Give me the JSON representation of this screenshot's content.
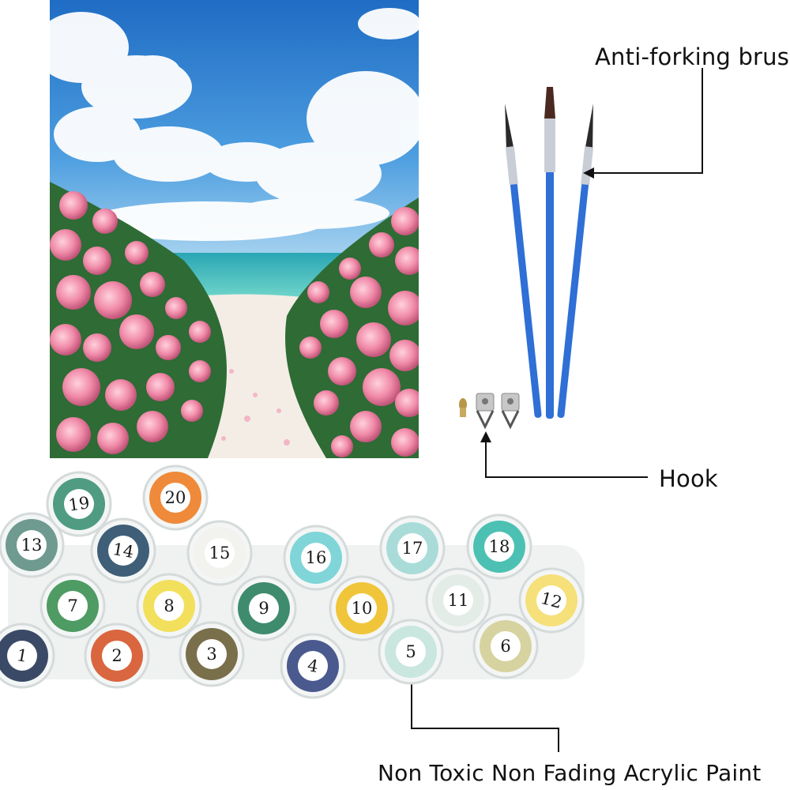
{
  "labels": {
    "brushes": "Anti-forking brushe",
    "hook": "Hook",
    "paint": "Non Toxic Non Fading Acrylic Paint"
  },
  "icons": {
    "painting": "rose-seaside-painting",
    "brushes": "paintbrush-icon",
    "hook": "hanging-hook-icon",
    "paint": "paint-pot-icon"
  },
  "colors": {
    "brush_handle": "#2f6fd6",
    "callout_line": "#111111",
    "sky": "#2d7fd0",
    "rose": "#f08aa8"
  },
  "paint_pots": [
    {
      "num": "1",
      "color": "#3a4a66"
    },
    {
      "num": "2",
      "color": "#d9663f"
    },
    {
      "num": "3",
      "color": "#7a6f4b"
    },
    {
      "num": "4",
      "color": "#4a5a8e"
    },
    {
      "num": "5",
      "color": "#c9e6df"
    },
    {
      "num": "6",
      "color": "#d7d3a0"
    },
    {
      "num": "7",
      "color": "#4e9b63"
    },
    {
      "num": "8",
      "color": "#f2e05d"
    },
    {
      "num": "9",
      "color": "#3f8b6e"
    },
    {
      "num": "10",
      "color": "#f0c53a"
    },
    {
      "num": "11",
      "color": "#e3ece7"
    },
    {
      "num": "12",
      "color": "#f5e07a"
    },
    {
      "num": "13",
      "color": "#6f9a90"
    },
    {
      "num": "14",
      "color": "#3f5f78"
    },
    {
      "num": "15",
      "color": "#f2f2ee"
    },
    {
      "num": "16",
      "color": "#7fd5d8"
    },
    {
      "num": "17",
      "color": "#a9dcd8"
    },
    {
      "num": "18",
      "color": "#4cc1b3"
    },
    {
      "num": "19",
      "color": "#4f9c82"
    },
    {
      "num": "20",
      "color": "#ee8a3a"
    }
  ]
}
